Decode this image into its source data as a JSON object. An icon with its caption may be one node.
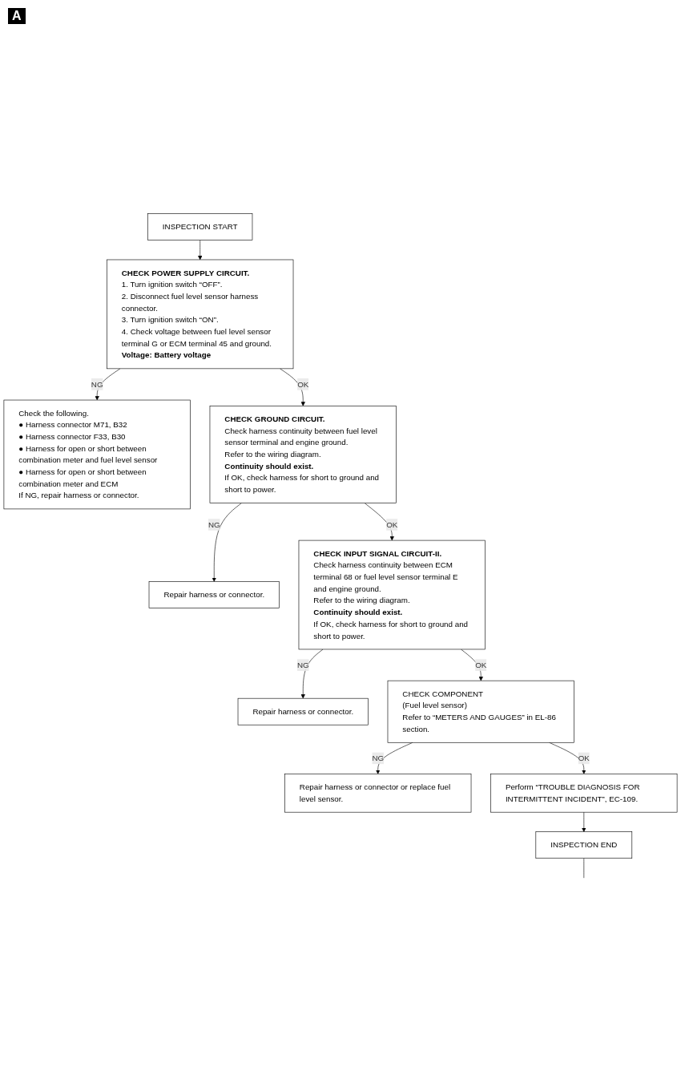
{
  "diagram": {
    "nodes": [
      {
        "text": [
          "INSPECTION START"
        ]
      },
      {
        "text": [
          "**CHECK POWER SUPPLY CIRCUIT.**",
          "1. Turn ignition switch “OFF”.",
          "2. Disconnect fuel level sensor harness connector.",
          "3. Turn ignition switch “ON”.",
          "4. Check voltage between fuel level sensor terminal G or ECM terminal 45 and ground.",
          "**Voltage: Battery voltage**"
        ]
      },
      {
        "text": [
          "Check the following.",
          "● Harness connector M71, B32",
          "● Harness connector F33, B30",
          "● Harness for open or short between combination meter and fuel level sensor",
          "● Harness for open or short between combination meter and ECM",
          "If NG, repair harness or connector."
        ]
      },
      {
        "text": [
          "**CHECK GROUND CIRCUIT.**",
          "Check harness continuity between fuel level sensor terminal and engine ground.",
          "Refer to the wiring diagram.",
          "**Continuity should exist.**",
          "If OK, check harness for short to ground and short to power."
        ]
      },
      {
        "text": [
          "Repair harness or connector."
        ]
      },
      {
        "text": [
          "**CHECK INPUT SIGNAL CIRCUIT-II.**",
          "Check harness continuity between ECM terminal 68 or fuel level sensor terminal E and engine ground.",
          "Refer to the wiring diagram.",
          "**Continuity should exist.**",
          "If OK, check harness for short to ground and short to power."
        ]
      },
      {
        "text": [
          "Repair harness or connector."
        ]
      },
      {
        "text": [
          "CHECK COMPONENT",
          "(Fuel level sensor)",
          "Refer to “METERS AND GAUGES” in EL-86 section."
        ]
      },
      {
        "text": [
          "Repair harness or connector or replace fuel level sensor."
        ]
      },
      {
        "text": [
          "Perform “TROUBLE DIAGNOSIS FOR INTERMITTENT INCIDENT”, EC-109."
        ]
      },
      {
        "text": [
          "INSPECTION END"
        ]
      }
    ],
    "edges": [
      {
        "from": 0,
        "to": 1,
        "arrow": "to"
      },
      {
        "from": 1,
        "to": 2,
        "label": "NG",
        "arrow": "to"
      },
      {
        "from": 1,
        "to": 3,
        "label": "OK",
        "arrow": "to"
      },
      {
        "from": 3,
        "to": 4,
        "label": "NG",
        "arrow": "to"
      },
      {
        "from": 3,
        "to": 5,
        "label": "OK",
        "arrow": "to"
      },
      {
        "from": 5,
        "to": 6,
        "label": "NG",
        "arrow": "to"
      },
      {
        "from": 5,
        "to": 7,
        "label": "OK",
        "arrow": "to"
      },
      {
        "from": 7,
        "to": 8,
        "label": "NG",
        "arrow": "to"
      },
      {
        "from": 7,
        "to": 9,
        "label": "OK",
        "arrow": "to"
      },
      {
        "from": 9,
        "to": 10,
        "arrow": "to"
      },
      {
        "from": 10,
        "to": null,
        "arrow": "none"
      }
    ],
    "labels": [
      "A"
    ]
  }
}
